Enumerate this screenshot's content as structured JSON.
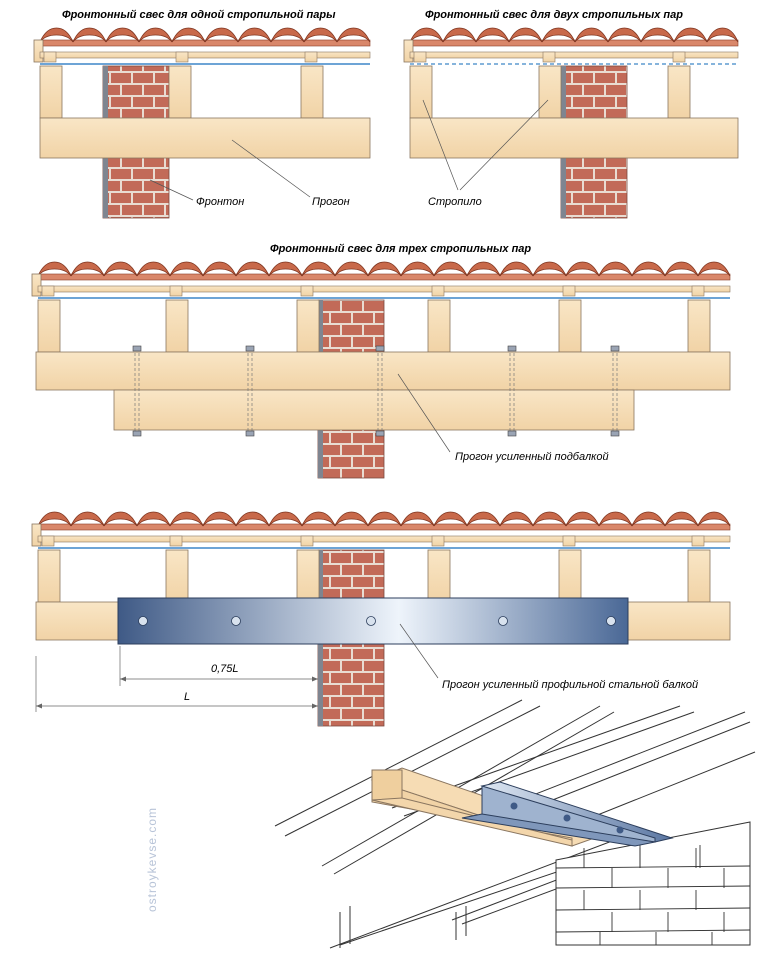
{
  "titles": {
    "one_pair": "Фронтонный свес для одной стропильной пары",
    "two_pairs": "Фронтонный свес для двух стропильных пар",
    "three_pairs": "Фронтонный свес для трех стропильных пар"
  },
  "labels": {
    "fronton": "Фронтон",
    "purlin": "Прогон",
    "rafter": "Стропило",
    "purlin_subbeam": "Прогон усиленный подбалкой",
    "purlin_steel": "Прогон усиленный профильной стальной балкой",
    "dim_075": "0,75L",
    "dim_L": "L"
  },
  "watermark": "ostroykevse.com",
  "colors": {
    "wood": "#f6dcb4",
    "wood_stroke": "#8a7660",
    "brick": "#c26a58",
    "mortar": "#e8d8cc",
    "tile": "#c8694a",
    "membrane": "#3d86c8",
    "steel_dark": "#3f5a86",
    "steel_light": "#eef4fb"
  }
}
